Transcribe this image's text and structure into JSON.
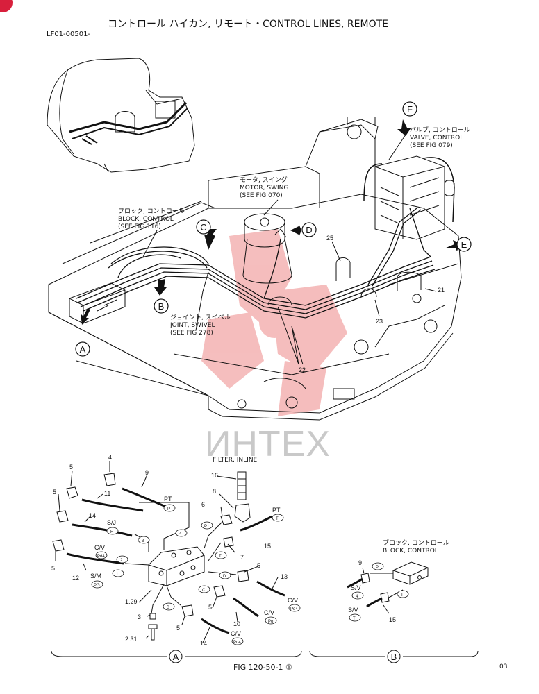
{
  "header": {
    "title": "コントロール ハイカン, リモート・CONTROL LINES, REMOTE",
    "code": "LF01-00501-"
  },
  "notes": {
    "valve_control": "バルブ, コントロール\nVALVE, CONTROL\n(SEE FIG 079)",
    "motor_swing": "モータ, スイング\nMOTOR, SWING\n(SEE FIG 070)",
    "block_control": "ブロック, コントロール\nBLOCK, CONTROL\n(SEE FIG 116)",
    "joint_swivel": "ジョイント, スイベル\nJOINT, SWIVEL\n(SEE FIG 278)",
    "filter_inline": "FILTER, INLINE",
    "block_control_b": "ブロック, コントロール\nBLOCK, CONTROL"
  },
  "view_callouts": [
    "A",
    "B",
    "C",
    "D",
    "E",
    "F"
  ],
  "part_numbers": {
    "top": [
      "25",
      "23",
      "21",
      "22"
    ],
    "a": [
      "4",
      "9",
      "5",
      "11",
      "5",
      "14",
      "5",
      "12",
      "16",
      "8",
      "6",
      "15",
      "7",
      "5",
      "13",
      "5",
      "10",
      "14",
      "5",
      "3",
      "1.29",
      "2.31"
    ],
    "b": [
      "9",
      "15"
    ]
  },
  "port_labels": {
    "a": [
      "PT",
      "P",
      "S/J",
      "H",
      "3",
      "4",
      "C/V",
      "Pd4",
      "2",
      "S/M",
      "PG",
      "1",
      "P1",
      "PT",
      "T",
      "T",
      "D",
      "C",
      "B",
      "C/V",
      "Pd4",
      "C/V",
      "Po",
      "C/V",
      "Pd4"
    ],
    "b": [
      "P",
      "S/V",
      "4",
      "T",
      "S/V",
      "T"
    ]
  },
  "section_labels": [
    "A",
    "B"
  ],
  "footer": {
    "fig": "FIG 120-50-1 ①",
    "page": "03"
  },
  "watermark": "ИНТЕХ",
  "colors": {
    "ink": "#111111",
    "watermark_red": "#f2a8a8",
    "watermark_grey": "#c9c9c9",
    "corner_badge": "#d81f3c"
  }
}
